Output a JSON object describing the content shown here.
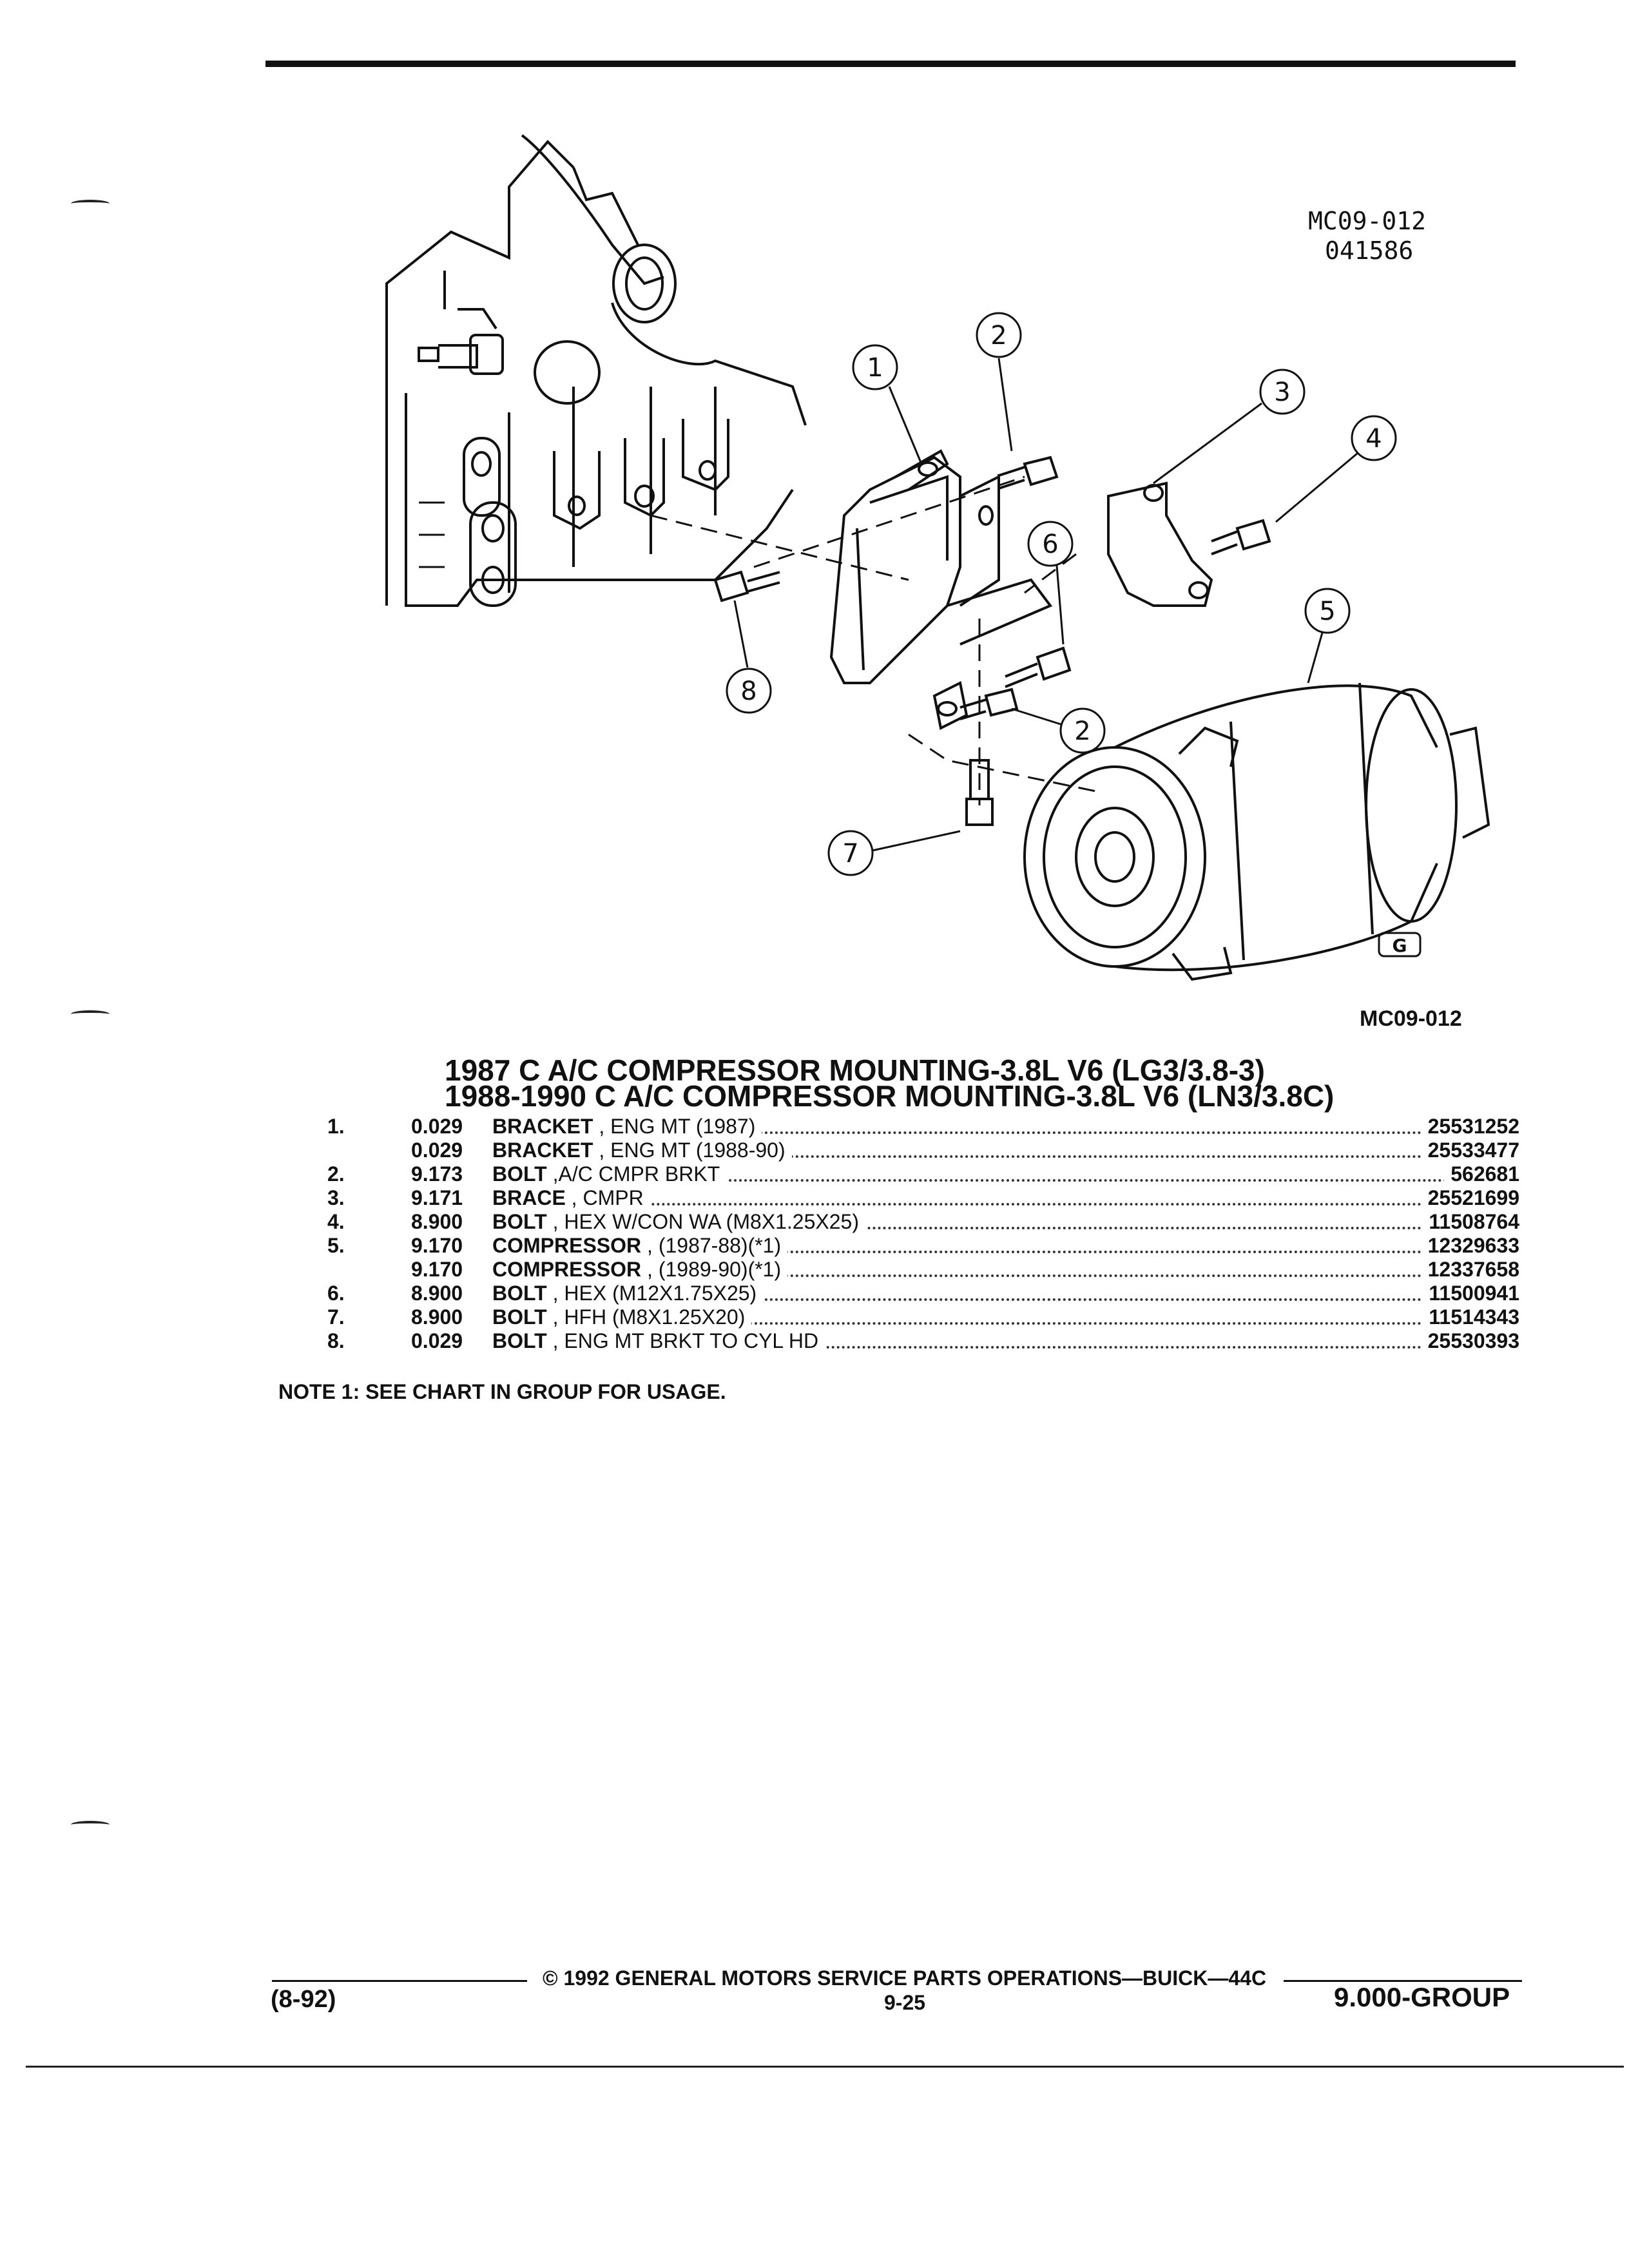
{
  "diagram": {
    "figure_id_top": "MC09-012",
    "figure_date": "041586",
    "callouts": [
      "1",
      "2",
      "3",
      "4",
      "6",
      "8",
      "2",
      "5",
      "7"
    ],
    "logo": "G"
  },
  "figure_code": "MC09-012",
  "titles": [
    "1987 C A/C COMPRESSOR MOUNTING-3.8L V6 (LG3/3.8-3)",
    "1988-1990 C A/C COMPRESSOR MOUNTING-3.8L V6 (LN3/3.8C)"
  ],
  "parts": [
    {
      "num": "1.",
      "code": "0.029",
      "name": "BRACKET",
      "detail": ", ENG MT (1987)",
      "pn": "25531252"
    },
    {
      "num": "",
      "code": "0.029",
      "name": "BRACKET",
      "detail": ", ENG MT (1988-90)",
      "pn": "25533477"
    },
    {
      "num": "2.",
      "code": "9.173",
      "name": "BOLT",
      "detail": ",A/C CMPR BRKT",
      "pn": "562681"
    },
    {
      "num": "3.",
      "code": "9.171",
      "name": "BRACE",
      "detail": ", CMPR",
      "pn": "25521699"
    },
    {
      "num": "4.",
      "code": "8.900",
      "name": "BOLT",
      "detail": ", HEX W/CON WA (M8X1.25X25)",
      "pn": "11508764"
    },
    {
      "num": "5.",
      "code": "9.170",
      "name": "COMPRESSOR",
      "detail": ", (1987-88)(*1)",
      "pn": "12329633"
    },
    {
      "num": "",
      "code": "9.170",
      "name": "COMPRESSOR",
      "detail": ", (1989-90)(*1)",
      "pn": "12337658"
    },
    {
      "num": "6.",
      "code": "8.900",
      "name": "BOLT",
      "detail": ", HEX (M12X1.75X25)",
      "pn": "11500941"
    },
    {
      "num": "7.",
      "code": "8.900",
      "name": "BOLT",
      "detail": ", HFH (M8X1.25X20)",
      "pn": "11514343"
    },
    {
      "num": "8.",
      "code": "0.029",
      "name": "BOLT",
      "detail": ", ENG MT BRKT TO CYL HD",
      "pn": "25530393"
    }
  ],
  "note": "NOTE  1:  SEE CHART IN GROUP FOR USAGE.",
  "footer": {
    "copyright": "© 1992 GENERAL MOTORS SERVICE PARTS OPERATIONS—BUICK—44C",
    "date": "(8-92)",
    "page": "9-25",
    "group": "9.000-GROUP"
  }
}
